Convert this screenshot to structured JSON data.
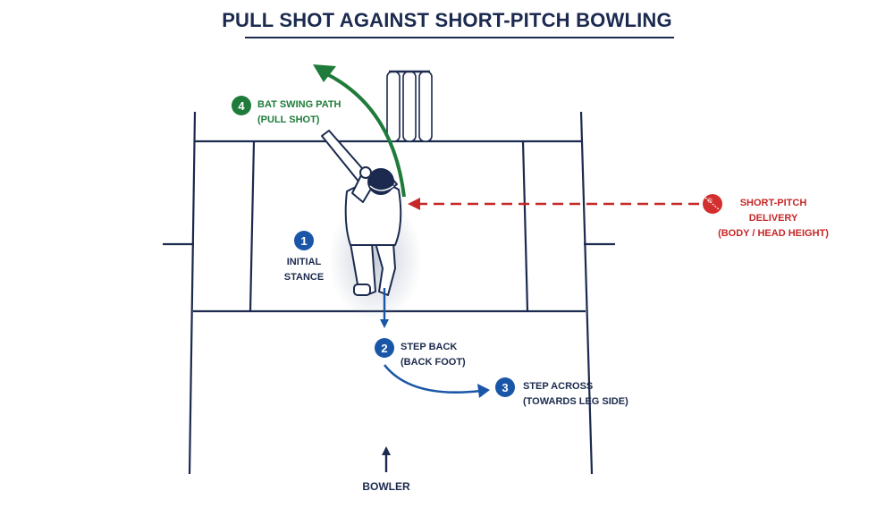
{
  "title": "PULL SHOT AGAINST SHORT-PITCH BOWLING",
  "steps": [
    {
      "num": "1",
      "line1": "INITIAL",
      "line2": "STANCE",
      "color": "#1a56a8"
    },
    {
      "num": "2",
      "line1": "STEP BACK",
      "line2": "(BACK FOOT)",
      "color": "#1a56a8"
    },
    {
      "num": "3",
      "line1": "STEP ACROSS",
      "line2": "(TOWARDS LEG SIDE)",
      "color": "#1a56a8"
    },
    {
      "num": "4",
      "line1": "BAT SWING PATH",
      "line2": "(PULL SHOT)",
      "color": "#1e7b3a"
    }
  ],
  "delivery": {
    "line1": "SHORT-PITCH",
    "line2": "DELIVERY",
    "line3": "(BODY / HEAD HEIGHT)",
    "color": "#c62828"
  },
  "bowler_label": "BOWLER",
  "colors": {
    "navy": "#1b2a4e",
    "blue": "#1a56a8",
    "green": "#1e7b3a",
    "red": "#c62828"
  }
}
